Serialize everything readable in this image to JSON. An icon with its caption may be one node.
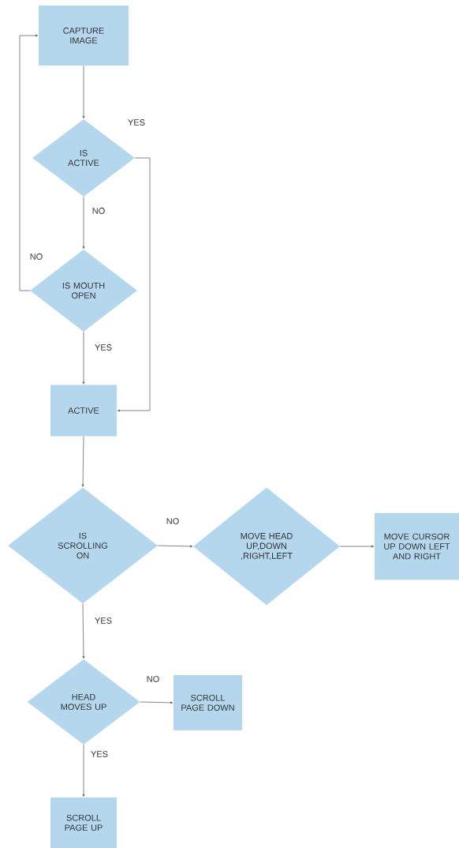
{
  "diagram": {
    "nodes": [
      {
        "text": [
          "CAPTURE IMAGE"
        ]
      },
      {
        "text": [
          "IS ACTIVE"
        ]
      },
      {
        "text": [
          "IS MOUTH OPEN"
        ]
      },
      {
        "text": [
          "ACTIVE"
        ]
      },
      {
        "text": [
          "IS SCROLLING ON"
        ]
      },
      {
        "text": [
          "MOVE HEAD UP,DOWN ,RIGHT,LEFT"
        ]
      },
      {
        "text": [
          "MOVE CURSOR UP DOWN LEFT AND RIGHT"
        ]
      },
      {
        "text": [
          "HEAD MOVES UP"
        ]
      },
      {
        "text": [
          "SCROLL PAGE DOWN"
        ]
      },
      {
        "text": [
          "SCROLL PAGE UP"
        ]
      }
    ],
    "edges": [
      {
        "from": 0,
        "to": 1,
        "arrow": "to"
      },
      {
        "from": 1,
        "to": 2,
        "arrow": "to",
        "label": "NO"
      },
      {
        "from": 1,
        "to": 3,
        "arrow": "to",
        "label": "YES"
      },
      {
        "from": 2,
        "to": 0,
        "arrow": "to",
        "label": "NO"
      },
      {
        "from": 2,
        "to": 3,
        "arrow": "to",
        "label": "YES"
      },
      {
        "from": 3,
        "to": 4,
        "arrow": "to"
      },
      {
        "from": 4,
        "to": 5,
        "arrow": "to",
        "label": "NO"
      },
      {
        "from": 5,
        "to": 6,
        "arrow": "to"
      },
      {
        "from": 4,
        "to": 7,
        "arrow": "to",
        "label": "YES"
      },
      {
        "from": 7,
        "to": 8,
        "arrow": "to",
        "label": "NO"
      },
      {
        "from": 7,
        "to": 9,
        "arrow": "to",
        "label": "YES"
      }
    ]
  }
}
